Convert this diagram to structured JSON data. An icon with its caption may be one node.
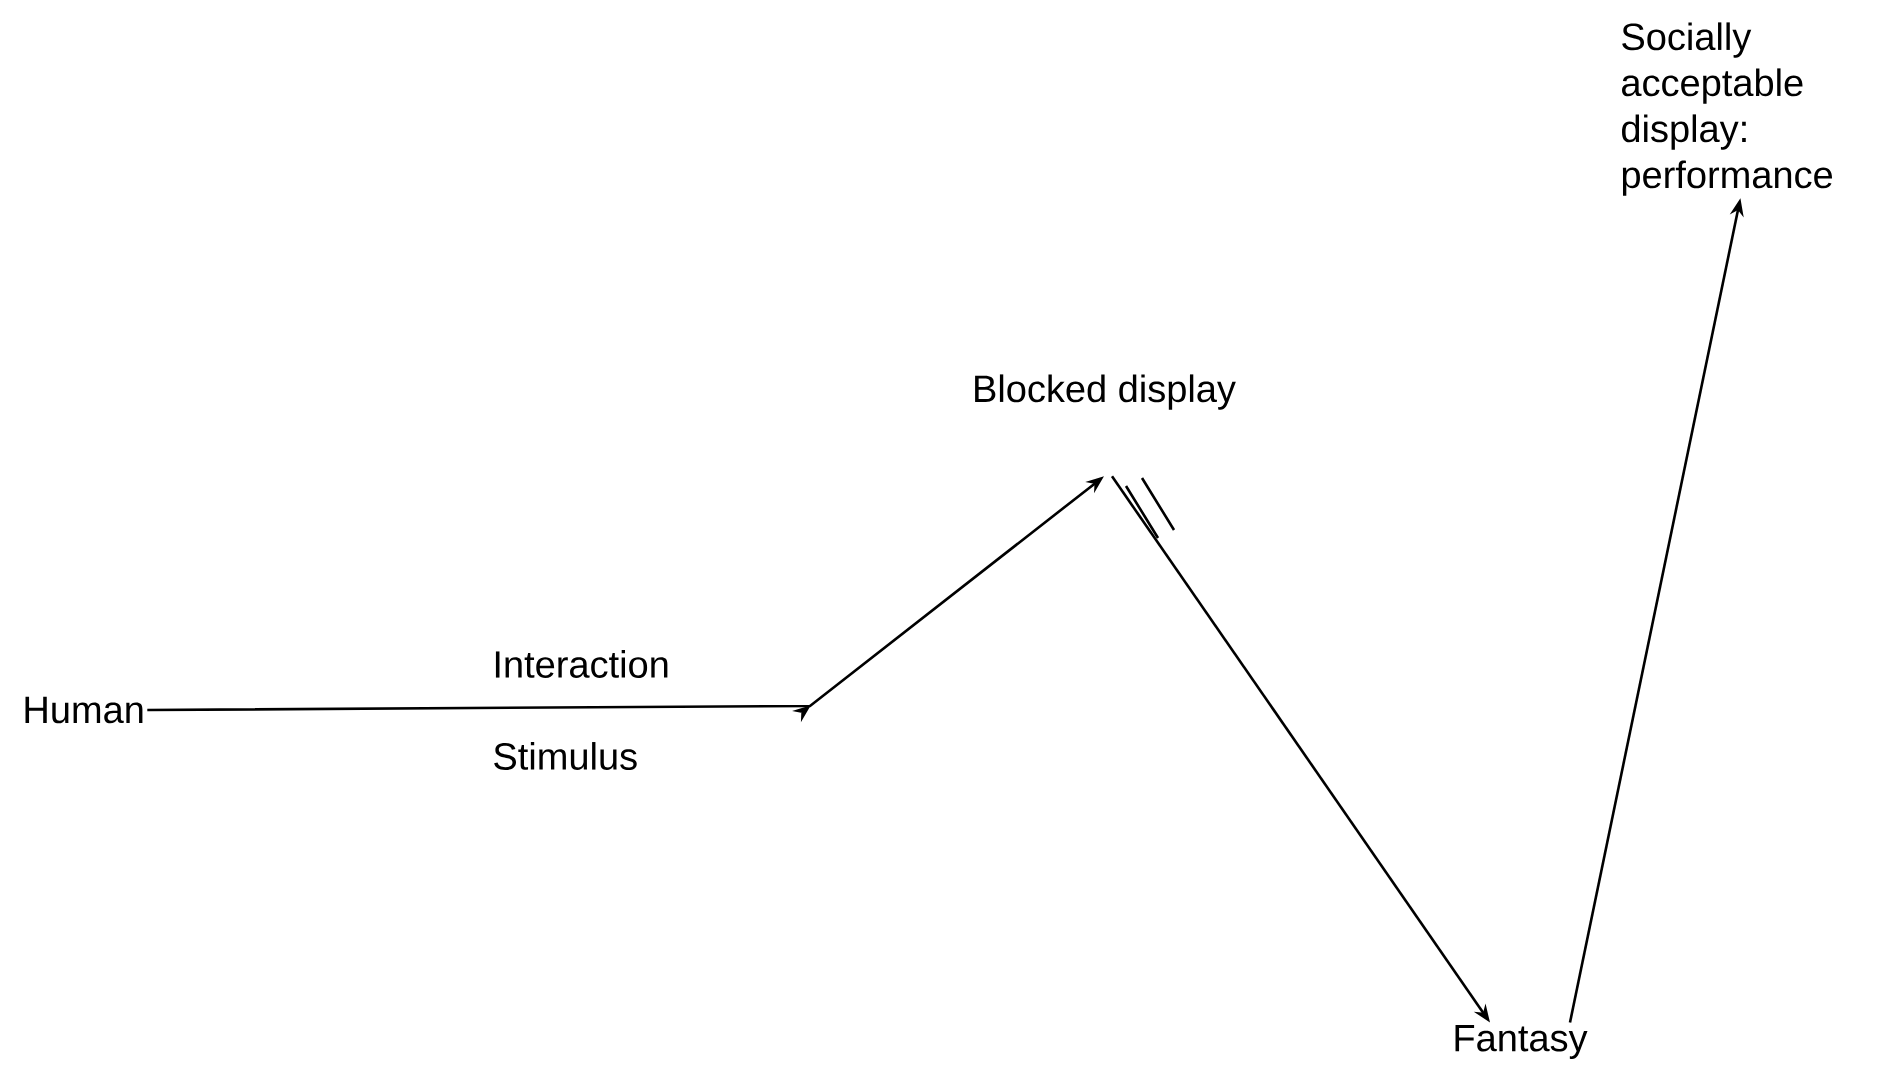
{
  "diagram": {
    "nodes": [
      {
        "text": [
          "Human"
        ]
      },
      {
        "text": [
          "Blocked display"
        ]
      },
      {
        "text": [
          "Fantasy"
        ]
      },
      {
        "text": [
          "Socially acceptable display: performance"
        ]
      }
    ],
    "edges": [
      {
        "from": 0,
        "to": 1,
        "arrow": "to",
        "label": "Interaction"
      },
      {
        "from": 1,
        "to": 2,
        "arrow": "to"
      },
      {
        "from": 2,
        "to": 3,
        "arrow": "to"
      }
    ],
    "labels": [
      "Stimulus"
    ]
  }
}
